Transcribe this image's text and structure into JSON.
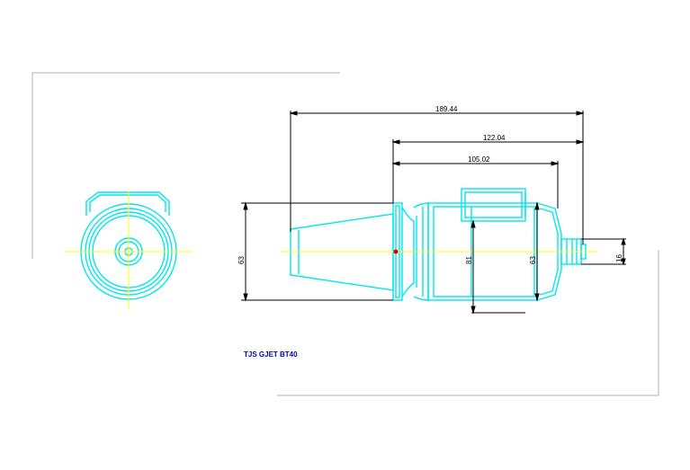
{
  "drawing": {
    "title": "TJS GJET BT40",
    "dimensions": {
      "overall_length": "189.44",
      "body_length": "122.04",
      "shank_length": "105.02",
      "flange_diameter": "63",
      "body_diameter": "81",
      "nose_diameter": "63",
      "tip_diameter": "16"
    },
    "colors": {
      "geometry": "#00e5ee",
      "centerline": "#ffff00",
      "dimension": "#000000",
      "frame": "#b0b0b0",
      "title": "#0000c8"
    }
  }
}
